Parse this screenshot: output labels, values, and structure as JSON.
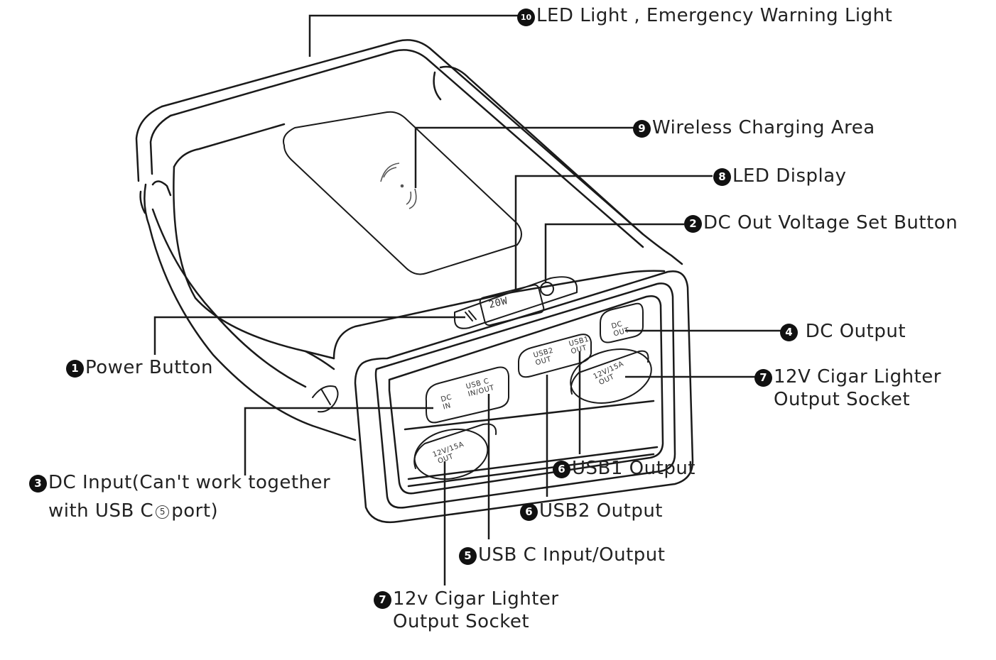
{
  "labels": [
    {
      "num": "10",
      "text": "LED Light , Emergency Warning Light"
    },
    {
      "num": "9",
      "text": "Wireless Charging Area"
    },
    {
      "num": "8",
      "text": "LED Display"
    },
    {
      "num": "2",
      "text": "DC Out Voltage Set Button"
    },
    {
      "num": "4",
      "text": "DC Output"
    },
    {
      "num": "7",
      "text": "12V Cigar Lighter",
      "text2": "Output Socket"
    },
    {
      "num": "1",
      "text": "Power Button"
    },
    {
      "num": "6",
      "text": "USB1 Output"
    },
    {
      "num": "3",
      "text": "DC Input(Can't work together",
      "text2a": "with USB C",
      "circled": "5",
      "text2b": "port)"
    },
    {
      "num": "6",
      "text": "USB2 Output"
    },
    {
      "num": "5",
      "text": "USB C Input/Output"
    },
    {
      "num": "7",
      "text": "12v Cigar Lighter",
      "text2": "Output Socket"
    }
  ],
  "panel": {
    "dc_in": "DC\nIN",
    "usbc": "USB C\nIN/OUT",
    "usb2": "USB2\nOUT",
    "usb1": "USB1\nOUT",
    "dc_out": "DC\nOUT",
    "cig_right": "12V/15A\nOUT",
    "cig_left": "12V/15A\nOUT",
    "display": "20W"
  },
  "colors": {
    "line": "#1a1a1a",
    "background": "#ffffff",
    "badge": "#111111"
  }
}
